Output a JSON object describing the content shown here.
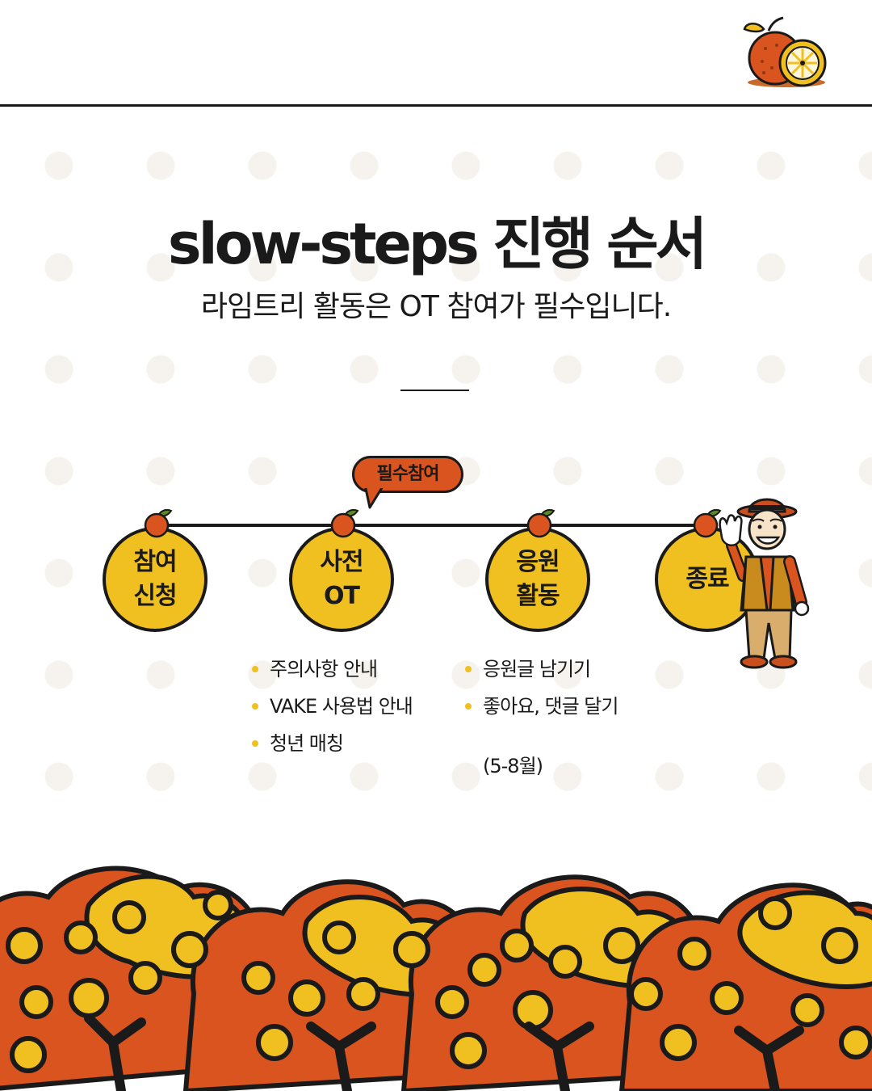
{
  "title": "slow-steps 진행 순서",
  "subtitle": "라임트리 활동은 OT 참여가 필수입니다.",
  "badge": "필수참여",
  "steps": [
    {
      "label": "참여\n신청"
    },
    {
      "label": "사전\nOT"
    },
    {
      "label": "응원\n활동"
    },
    {
      "label": "종료"
    }
  ],
  "ot_details": [
    "주의사항 안내",
    "VAKE 사용법 안내",
    "청년 매칭"
  ],
  "support_details": [
    "응원글 남기기",
    "좋아요, 댓글 달기"
  ],
  "support_period": "(5-8월)",
  "colors": {
    "accent_yellow": "#f0c020",
    "accent_orange": "#d9541e",
    "outline": "#1a1a1a"
  },
  "icons": [
    "orange-fruit-logo",
    "orange-icon",
    "old-man-waving-illustration",
    "orange-trees-illustration"
  ]
}
